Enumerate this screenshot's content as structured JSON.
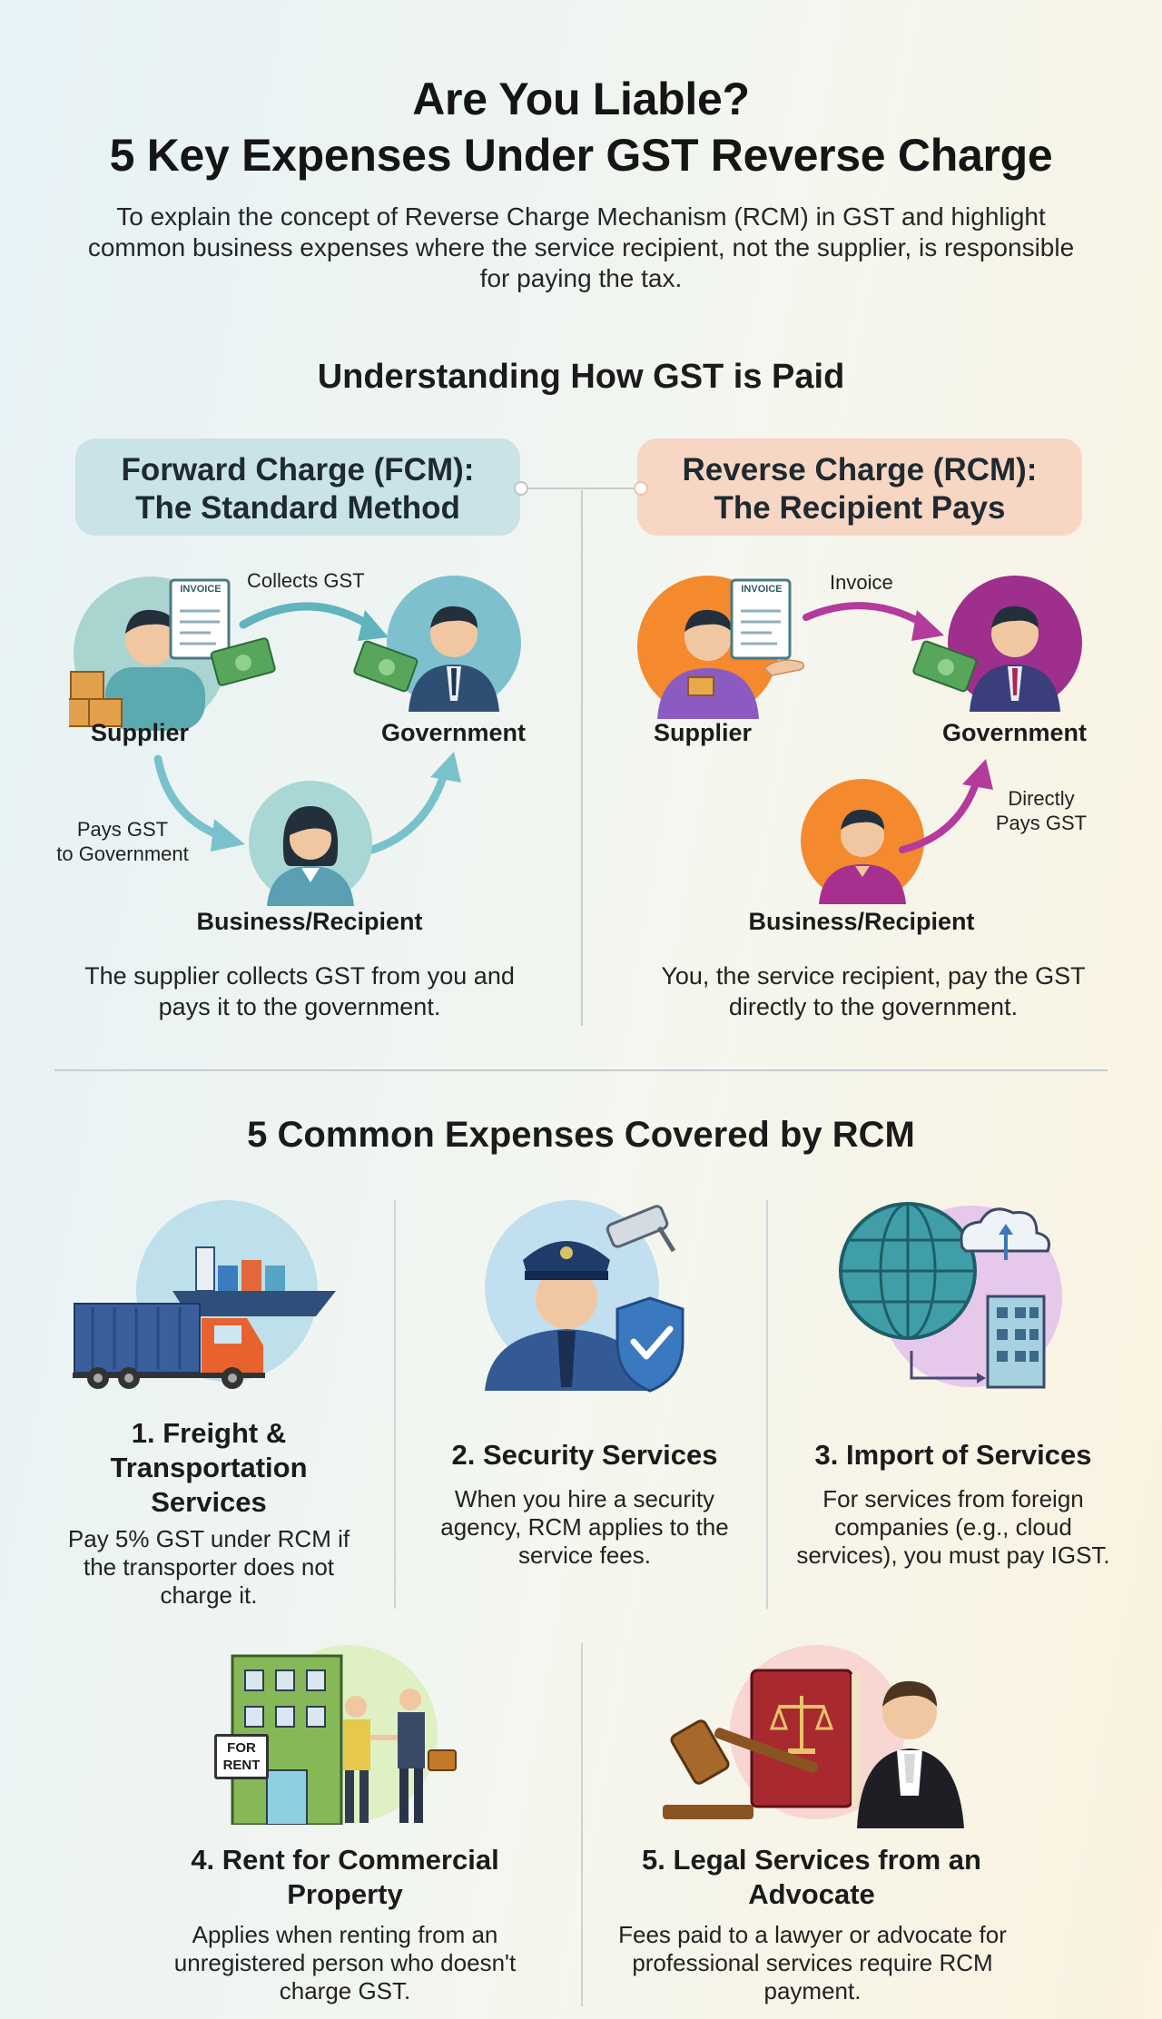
{
  "header": {
    "title_line1": "Are You Liable?",
    "title_line2": "5 Key Expenses Under GST Reverse Charge",
    "intro": "To explain the concept of Reverse Charge Mechanism (RCM) in GST and highlight common business expenses where the service recipient, not the supplier, is responsible for paying the tax."
  },
  "how_section": {
    "heading": "Understanding How GST is Paid",
    "fcm": {
      "title_line1": "Forward Charge (FCM):",
      "title_line2": "The Standard Method",
      "invoice_label": "INVOICE",
      "collects_label": "Collects GST",
      "supplier_label": "Supplier",
      "government_label": "Government",
      "pays_label_line1": "Pays GST",
      "pays_label_line2": "to Government",
      "recipient_label": "Business/Recipient",
      "description": "The supplier collects GST from you and pays it to the government.",
      "accent_color": "#5fa6b5"
    },
    "rcm": {
      "title_line1": "Reverse Charge (RCM):",
      "title_line2": "The Recipient Pays",
      "invoice_label": "INVOICE",
      "invoice_arrow_label": "Invoice",
      "supplier_label": "Supplier",
      "government_label": "Government",
      "directly_label_line1": "Directly",
      "directly_label_line2": "Pays GST",
      "recipient_label": "Business/Recipient",
      "description": "You, the service recipient, pay the GST directly to the government.",
      "accent_color": "#b83a9a"
    }
  },
  "expenses_section": {
    "heading": "5 Common Expenses Covered by RCM",
    "items": [
      {
        "title": "1. Freight & Transportation Services",
        "description": "Pay 5% GST under RCM if the transporter does not charge it.",
        "icon": "truck-ship-icon"
      },
      {
        "title": "2. Security Services",
        "description": "When you hire a security agency, RCM applies to the service fees.",
        "icon": "security-guard-icon"
      },
      {
        "title": "3. Import of Services",
        "description": "For services from foreign companies (e.g., cloud services), you must pay IGST.",
        "icon": "globe-cloud-icon"
      },
      {
        "title": "4. Rent for Commercial Property",
        "description": "Applies when renting from an unregistered person who doesn't charge GST.",
        "icon": "building-rent-icon",
        "sign_line1": "FOR",
        "sign_line2": "RENT"
      },
      {
        "title": "5. Legal Services from an Advocate",
        "description": "Fees paid to a lawyer or advocate for professional services require RCM payment.",
        "icon": "gavel-law-book-icon"
      }
    ]
  }
}
